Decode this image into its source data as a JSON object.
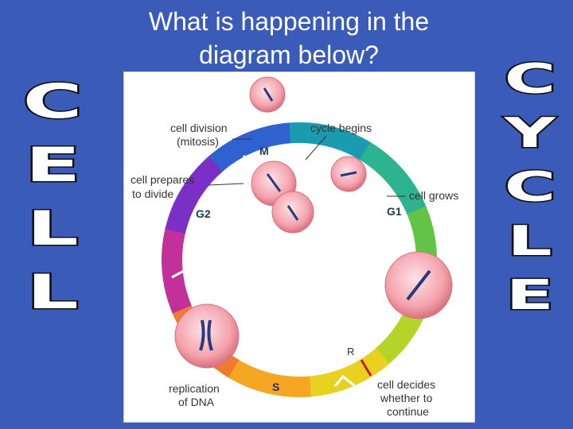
{
  "slide": {
    "title_line1": "What is happening in the",
    "title_line2": "diagram below?",
    "background_color": "#3a5bb8",
    "left_word": [
      "C",
      "E",
      "L",
      "L"
    ],
    "right_word": [
      "C",
      "Y",
      "C",
      "L",
      "E"
    ]
  },
  "diagram": {
    "phases": {
      "m": "M",
      "g1": "G1",
      "s": "S",
      "g2": "G2",
      "r": "R"
    },
    "labels": {
      "cell_division_1": "cell division",
      "cell_division_2": "(mitosis)",
      "cycle_begins": "cycle begins",
      "cell_grows": "cell grows",
      "prepares_1": "cell prepares",
      "prepares_2": "to divide",
      "replication_1": "replication",
      "replication_2": "of DNA",
      "decides_1": "cell decides",
      "decides_2": "whether to",
      "decides_3": "continue"
    },
    "ring_colors": [
      "#1a9bb0",
      "#2db38f",
      "#63c347",
      "#b5d42a",
      "#e9d21f",
      "#f5a623",
      "#f07a2e",
      "#c2309a",
      "#7a2fc6",
      "#2f62cf"
    ],
    "cell_color": "#f4a3ad",
    "chromosome_color": "#2a3a7a"
  }
}
